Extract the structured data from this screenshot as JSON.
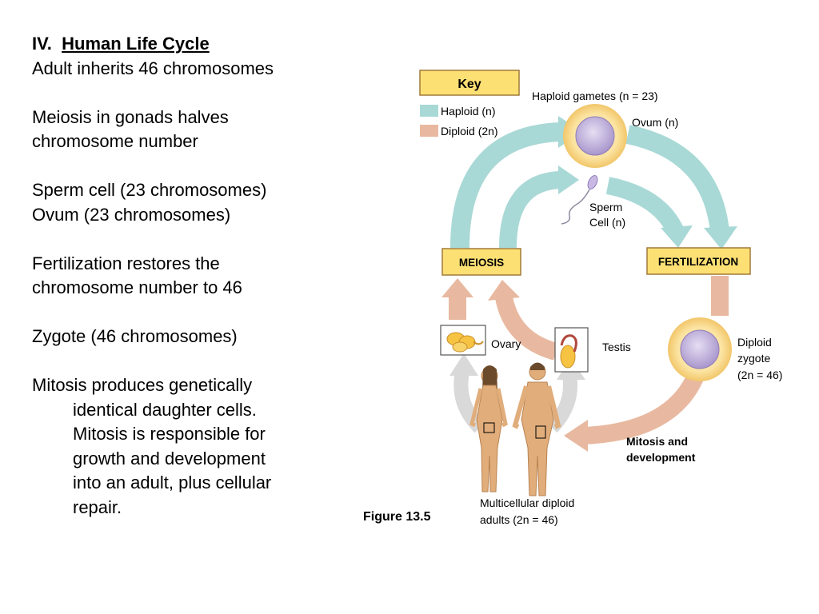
{
  "notes": {
    "section_number": "IV.",
    "title": "Human Life Cycle",
    "line1": "Adult inherits 46 chromosomes",
    "meiosis_line1": "Meiosis in gonads halves",
    "meiosis_line2": "chromosome number",
    "sperm": "Sperm cell (23 chromosomes)",
    "ovum": "Ovum (23 chromosomes)",
    "fert_line1": "Fertilization restores the",
    "fert_line2": "chromosome number to 46",
    "zygote": "Zygote (46 chromosomes)",
    "mitosis_line1": "Mitosis produces genetically",
    "mitosis_lines": [
      "identical daughter cells.",
      "Mitosis is responsible for",
      "growth and development",
      "into an adult, plus cellular",
      "repair."
    ]
  },
  "diagram": {
    "key_title": "Key",
    "key_haploid": "Haploid (n)",
    "key_diploid": "Diploid (2n)",
    "haploid_gametes": "Haploid gametes (n = 23)",
    "ovum": "Ovum (n)",
    "sperm_line1": "Sperm",
    "sperm_line2": "Cell (n)",
    "meiosis": "MEIOSIS",
    "fertilization": "FERTILIZATION",
    "ovary": "Ovary",
    "testis": "Testis",
    "zygote_line1": "Diploid",
    "zygote_line2": "zygote",
    "zygote_line3": "(2n = 46)",
    "mitosis_line1": "Mitosis and",
    "mitosis_line2": "development",
    "adults_line1": "Multicellular diploid",
    "adults_line2": "adults (2n = 46)",
    "figure_label": "Figure 13.5"
  },
  "colors": {
    "haploid": "#a9d9d6",
    "diploid": "#e8b9a0",
    "label_box": "#fde074",
    "cell_glow": "#fbe5a6",
    "cell_core": "#b9a8d6",
    "skin": "#e0ad7b"
  }
}
